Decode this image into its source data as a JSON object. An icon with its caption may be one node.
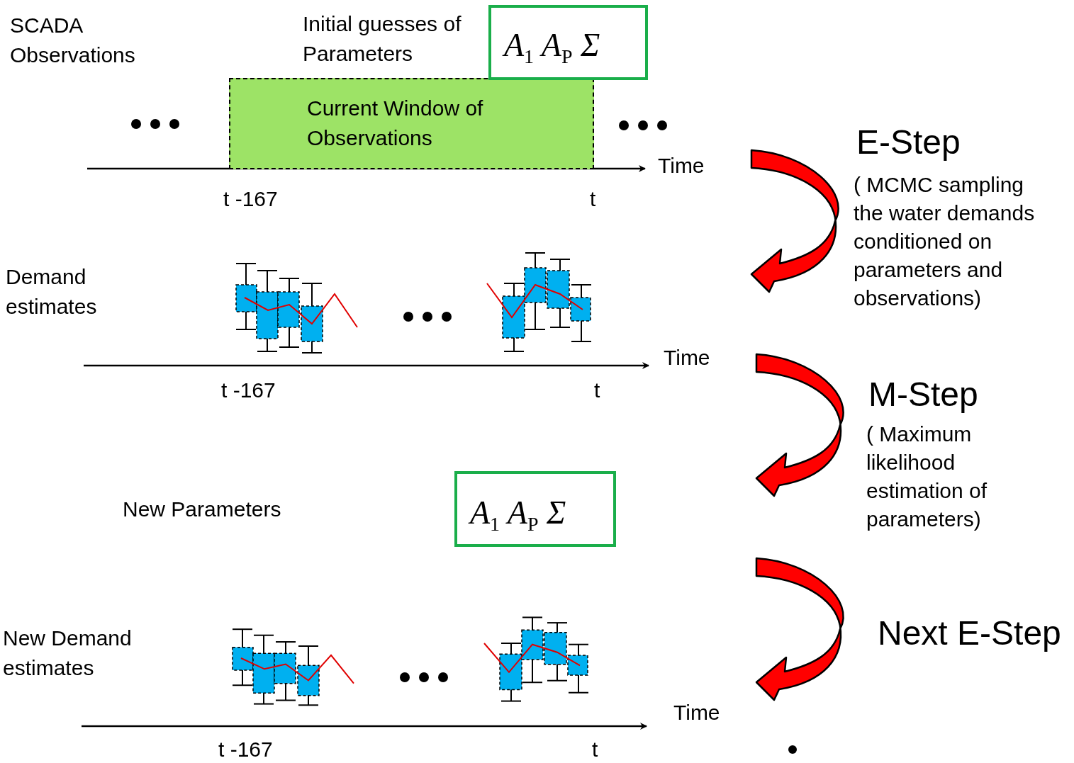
{
  "diagram": {
    "nodes": [
      {
        "text": [
          "Current Window of Observations"
        ]
      },
      {
        "text": [
          "A$_{1}$ A$_{P}$ Σ"
        ]
      },
      {
        "text": [
          "A$_{1}$ A$_{P}$ Σ"
        ]
      }
    ],
    "labels": [
      "SCADA Observations",
      "Initial guesses of Parameters",
      "Time",
      "t -167",
      "t",
      "E-Step",
      "( MCMC sampling the water demands conditioned on parameters and observations)",
      "Demand estimates",
      "Time",
      "t -167",
      "t",
      "M-Step",
      "( Maximum likelihood estimation of parameters)",
      "New Parameters",
      "Next E-Step",
      "New Demand estimates",
      "Time",
      "t -167",
      "t"
    ]
  }
}
